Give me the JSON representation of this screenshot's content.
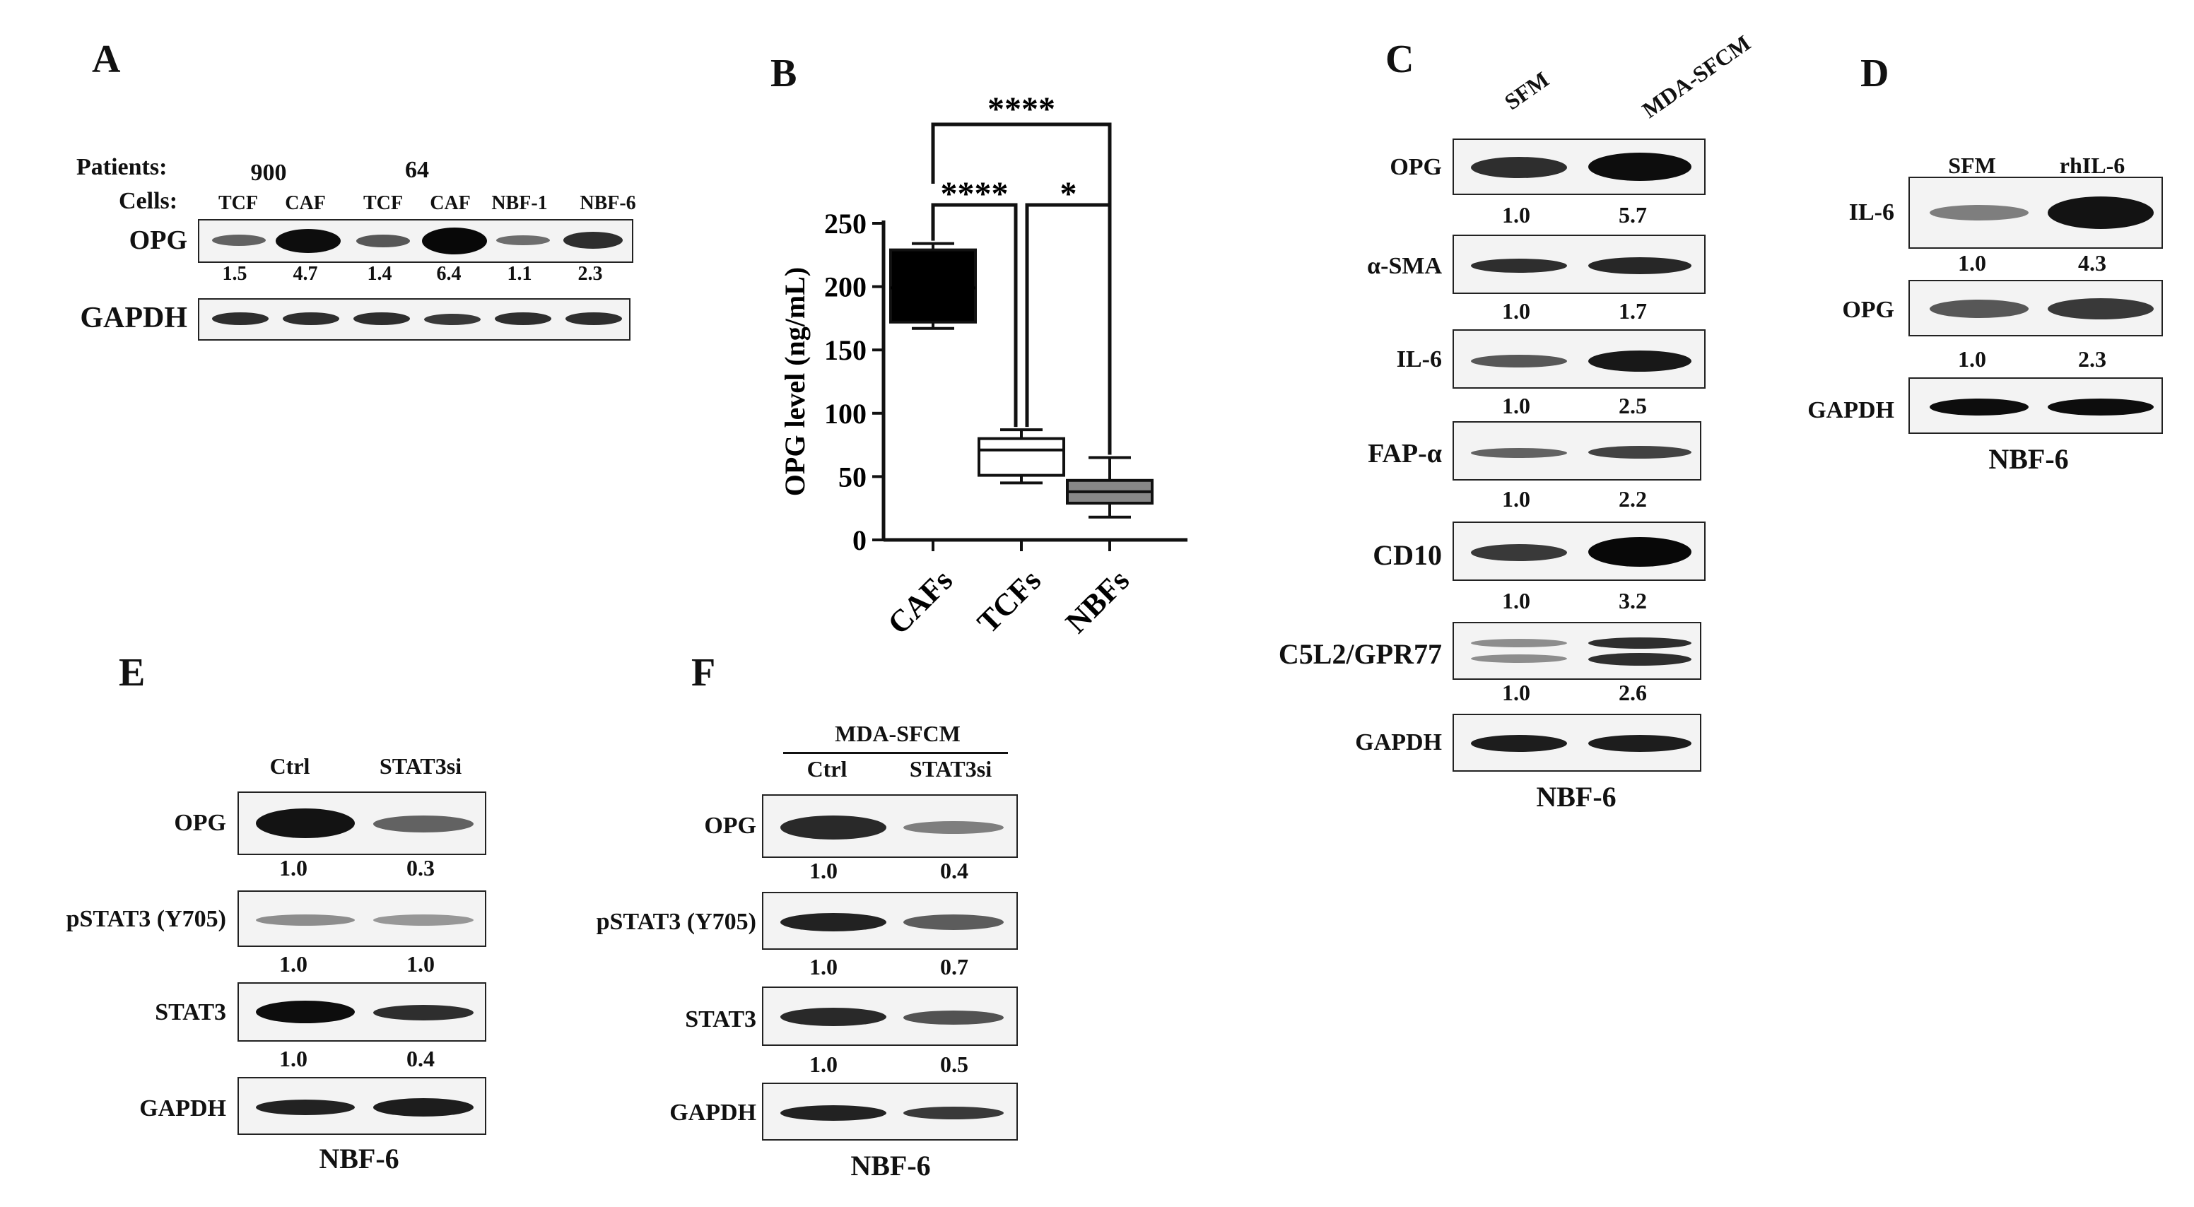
{
  "panel_A": {
    "letter": "A",
    "patients_label": "Patients:",
    "cells_label": "Cells:",
    "patients": [
      "900",
      "64"
    ],
    "lanes": [
      "TCF",
      "CAF",
      "TCF",
      "CAF",
      "NBF-1",
      "NBF-6"
    ],
    "blots": [
      {
        "name": "OPG",
        "quant": [
          "1.5",
          "4.7",
          "1.4",
          "6.4",
          "1.1",
          "2.3"
        ]
      },
      {
        "name": "GAPDH",
        "quant": []
      }
    ]
  },
  "panel_B": {
    "letter": "B",
    "chart_data": {
      "type": "box",
      "title": "",
      "xlabel": "",
      "ylabel": "OPG level (ng/mL)",
      "ylim": [
        0,
        250
      ],
      "yticks": [
        0,
        50,
        100,
        150,
        200,
        250
      ],
      "categories": [
        "CAFs",
        "TCFs",
        "NBFs"
      ],
      "boxes": [
        {
          "category": "CAFs",
          "min": 167,
          "q1": 172,
          "median": 199,
          "q3": 229,
          "max": 234,
          "fill": "#000000"
        },
        {
          "category": "TCFs",
          "min": 45,
          "q1": 51,
          "median": 71,
          "q3": 80,
          "max": 87,
          "fill": "#ffffff"
        },
        {
          "category": "NBFs",
          "min": 18,
          "q1": 29,
          "median": 38,
          "q3": 47,
          "max": 65,
          "fill": "#888888"
        }
      ],
      "significance": [
        {
          "from": "CAFs",
          "to": "NBFs",
          "label": "****"
        },
        {
          "from": "CAFs",
          "to": "TCFs",
          "label": "****"
        },
        {
          "from": "TCFs",
          "to": "NBFs",
          "label": "*"
        }
      ]
    }
  },
  "panel_C": {
    "letter": "C",
    "lanes": [
      "SFM",
      "MDA-SFCM"
    ],
    "cell_line": "NBF-6",
    "blots": [
      {
        "name": "OPG",
        "quant": [
          "1.0",
          "5.7"
        ]
      },
      {
        "name": "α-SMA",
        "quant": [
          "1.0",
          "1.7"
        ]
      },
      {
        "name": "IL-6",
        "quant": [
          "1.0",
          "2.5"
        ]
      },
      {
        "name": "FAP-α",
        "quant": [
          "1.0",
          "2.2"
        ]
      },
      {
        "name": "CD10",
        "quant": [
          "1.0",
          "3.2"
        ]
      },
      {
        "name": "C5L2/GPR77",
        "quant": [
          "1.0",
          "2.6"
        ]
      },
      {
        "name": "GAPDH",
        "quant": []
      }
    ]
  },
  "panel_D": {
    "letter": "D",
    "lanes": [
      "SFM",
      "rhIL-6"
    ],
    "cell_line": "NBF-6",
    "blots": [
      {
        "name": "IL-6",
        "quant": [
          "1.0",
          "4.3"
        ]
      },
      {
        "name": "OPG",
        "quant": [
          "1.0",
          "2.3"
        ]
      },
      {
        "name": "GAPDH",
        "quant": []
      }
    ]
  },
  "panel_E": {
    "letter": "E",
    "lanes": [
      "Ctrl",
      "STAT3si"
    ],
    "cell_line": "NBF-6",
    "blots": [
      {
        "name": "OPG",
        "quant": [
          "1.0",
          "0.3"
        ]
      },
      {
        "name": "pSTAT3 (Y705)",
        "quant": [
          "1.0",
          "1.0"
        ]
      },
      {
        "name": "STAT3",
        "quant": [
          "1.0",
          "0.4"
        ]
      },
      {
        "name": "GAPDH",
        "quant": []
      }
    ]
  },
  "panel_F": {
    "letter": "F",
    "treatment": "MDA-SFCM",
    "lanes": [
      "Ctrl",
      "STAT3si"
    ],
    "cell_line": "NBF-6",
    "blots": [
      {
        "name": "OPG",
        "quant": [
          "1.0",
          "0.4"
        ]
      },
      {
        "name": "pSTAT3 (Y705)",
        "quant": [
          "1.0",
          "0.7"
        ]
      },
      {
        "name": "STAT3",
        "quant": [
          "1.0",
          "0.5"
        ]
      },
      {
        "name": "GAPDH",
        "quant": []
      }
    ]
  }
}
